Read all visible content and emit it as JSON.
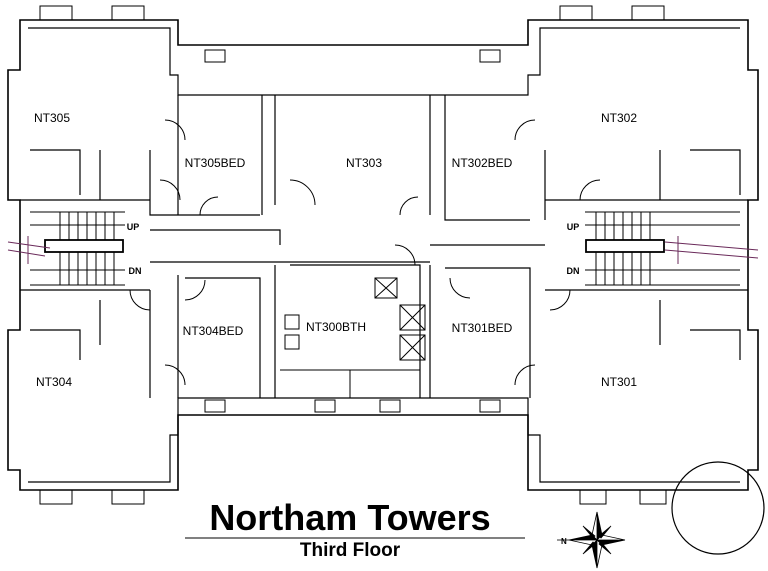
{
  "title": "Northam Towers",
  "subtitle": "Third Floor",
  "compass_label": "N",
  "rooms": {
    "nt305": "NT305",
    "nt305bed": "NT305BED",
    "nt303": "NT303",
    "nt302bed": "NT302BED",
    "nt302": "NT302",
    "nt304": "NT304",
    "nt304bed": "NT304BED",
    "nt300bth": "NT300BTH",
    "nt301bed": "NT301BED",
    "nt301": "NT301"
  },
  "stairs": {
    "left_up": "UP",
    "left_dn": "DN",
    "right_up": "UP",
    "right_dn": "DN"
  }
}
